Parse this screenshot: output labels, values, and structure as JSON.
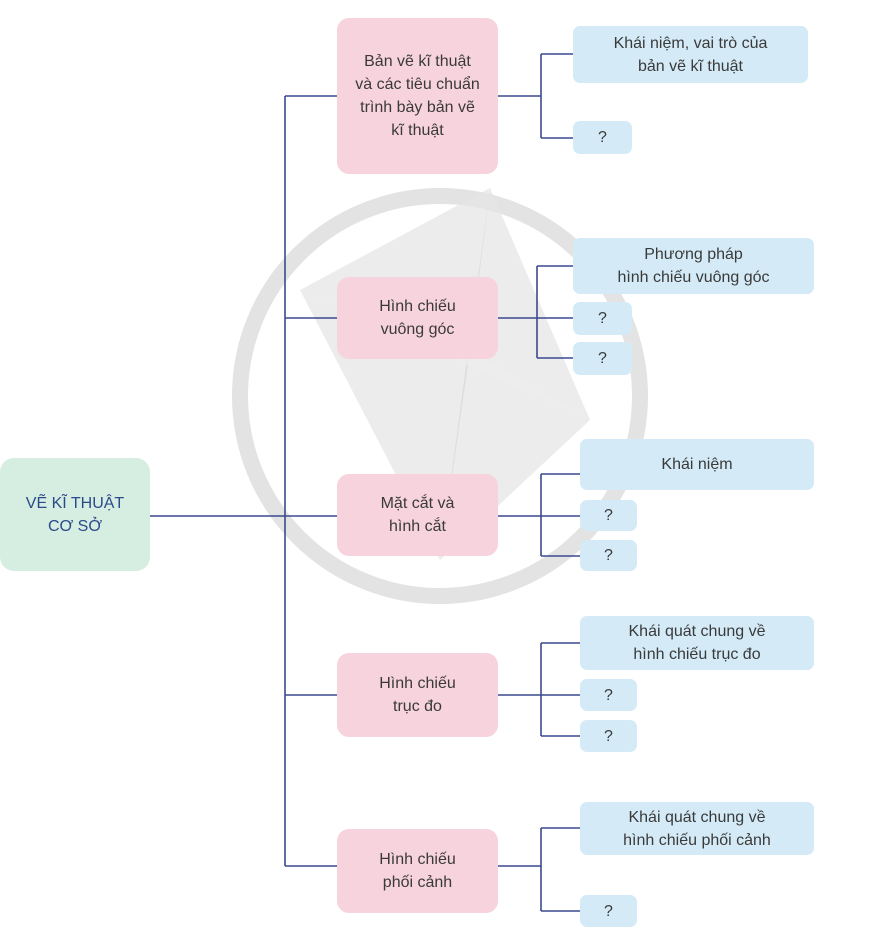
{
  "colors": {
    "root_bg": "#d6ede2",
    "topic_bg": "#f7d3dd",
    "leaf_bg": "#d4ebf7",
    "connector": "#3a4a8e",
    "watermark": "#d9d9d9"
  },
  "root": {
    "label": "VẼ KĨ THUẬT\nCƠ SỞ"
  },
  "topics": [
    {
      "label": "Bản vẽ kĩ thuật\nvà các tiêu chuẩn\ntrình bày bản vẽ\nkĩ thuật",
      "leaves": [
        "Khái niệm, vai trò của\nbản vẽ kĩ thuật",
        "?"
      ]
    },
    {
      "label": "Hình chiếu\nvuông góc",
      "leaves": [
        "Phương pháp\nhình chiếu  vuông góc",
        "?",
        "?"
      ]
    },
    {
      "label": "Mặt cắt và\nhình cắt",
      "leaves": [
        "Khái niệm",
        "?",
        "?"
      ]
    },
    {
      "label": "Hình chiếu\ntrục đo",
      "leaves": [
        "Khái quát chung về\nhình chiếu trục đo",
        "?",
        "?"
      ]
    },
    {
      "label": "Hình chiếu\nphối cảnh",
      "leaves": [
        "Khái quát chung về\nhình chiếu phối cảnh",
        "?"
      ]
    }
  ]
}
